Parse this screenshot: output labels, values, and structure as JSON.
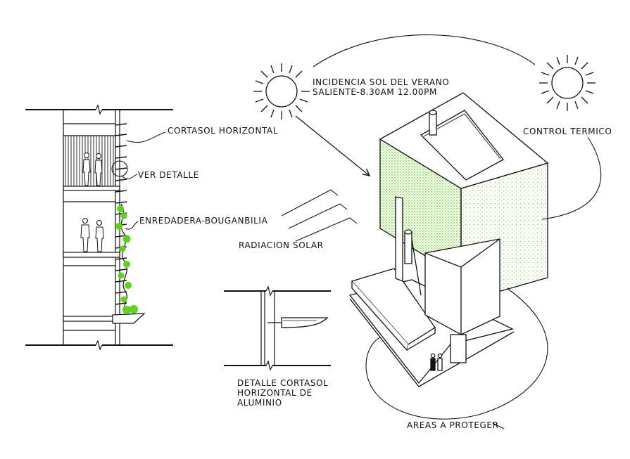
{
  "colors": {
    "ink": "#111111",
    "vegetation": "#5fd11e",
    "vegetation_light": "#a6e06a"
  },
  "labels": {
    "summer_sun": [
      "INCIDENCIA SOL DEL VERANO",
      "SALIENTE-8.30AM 12.00PM"
    ],
    "cortasol_horizontal": "CORTASOL HORIZONTAL",
    "ver_detalle": "VER DETALLE",
    "enredadera": "ENREDADERA-BOUGANBILIA",
    "radiacion_solar": "RADIACION SOLAR",
    "control_termico": "CONTROL TERMICO",
    "detalle_cortasol": [
      "DETALLE CORTASOL",
      "HORIZONTAL DE",
      "ALUMINIO"
    ],
    "areas_proteger": "AREAS A PROTEGER"
  }
}
